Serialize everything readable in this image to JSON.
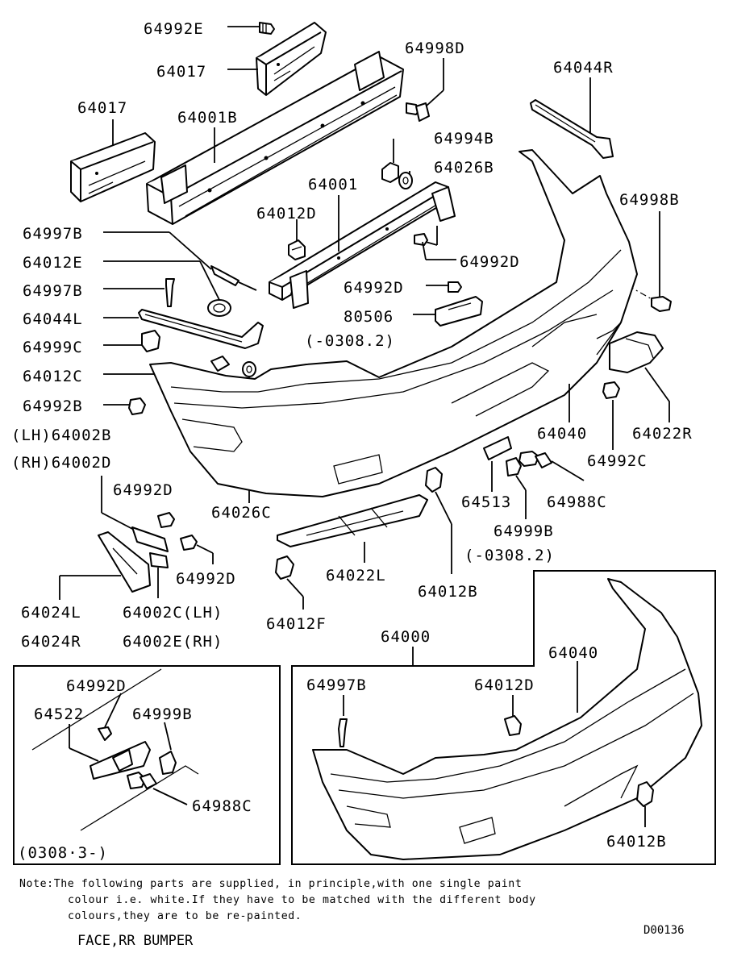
{
  "labels": {
    "l1": "64992E",
    "l2": "64017",
    "l3": "64998D",
    "l4": "64044R",
    "l5": "64017",
    "l6": "64001B",
    "l7": "64994B",
    "l8": "64026B",
    "l9": "64001",
    "l10": "64998B",
    "l11": "64012D",
    "l12": "64997B",
    "l13": "64992D",
    "l14": "64012E",
    "l15": "64997B",
    "l16": "64992D",
    "l17": "64044L",
    "l18": "80506",
    "l19": "(-0308.2)",
    "l20": "64999C",
    "l21": "64012C",
    "l22": "64992B",
    "l23": "(LH)64002B",
    "l24": "(RH)64002D",
    "l25": "64040",
    "l26": "64022R",
    "l27": "64992C",
    "l28": "64992D",
    "l29": "64026C",
    "l30": "64513",
    "l31": "64988C",
    "l32": "64999B",
    "l33": "(-0308.2)",
    "l34": "64992D",
    "l35": "64022L",
    "l36": "64012B",
    "l37": "64024L",
    "l38": "64002C(LH)",
    "l39": "64024R",
    "l40": "64002E(RH)",
    "l41": "64012F",
    "l42": "64000",
    "l43": "64040",
    "l44": "64992D",
    "l45": "64522",
    "l46": "64999B",
    "l47": "64997B",
    "l48": "64012D",
    "l49": "64988C",
    "l50": "(0308·3-)",
    "l51": "64012B"
  },
  "note": {
    "line1": "Note:The following parts are supplied, in principle,with one single paint",
    "line2": "colour i.e. white.If they have to be matched with the different body",
    "line3": "colours,they are to be re-painted."
  },
  "footer": {
    "title": "FACE,RR BUMPER",
    "code": "D00136"
  }
}
